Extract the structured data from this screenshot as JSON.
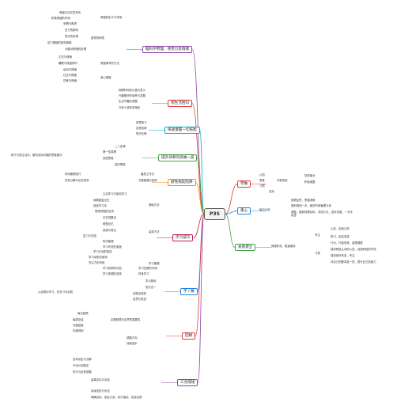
{
  "root": {
    "label": "P3S"
  },
  "colors": {
    "purple": "#8e44ad",
    "red": "#e53935",
    "cyan": "#00acc1",
    "green": "#43a047",
    "orange": "#fb8c00",
    "blue": "#1e88e5",
    "magenta": "#c2185b"
  },
  "right": {
    "habit": {
      "label": "苛做",
      "items": [
        "认知",
        "思维",
        "习惯"
      ],
      "sub": "不断改进",
      "tail": [
        "坦然面对",
        "积极调整"
      ],
      "extra": "坚持"
    },
    "core": {
      "label": "重心",
      "items": [
        "回顾反思，思路清晰",
        "提前规划一天，做好时间管理计划",
        "调整、重新梳理目标，寻找方法，逐步实施，一步步前进"
      ],
      "sub": "每日计划"
    },
    "relation": {
      "label": "关系建立",
      "sub": "情绪状态，能量维持",
      "upper": "专注",
      "upper_items": [
        "心态，自我认知",
        "练习，反复改进"
      ],
      "lower": "习惯",
      "lower_items": [
        "行为，打破常规，重塑调整",
        "保持积极主动的心态，创造积极的环境",
        "保持良好状态，专注",
        "对自己的要求高一些，提升自己的能力"
      ]
    }
  },
  "left": {
    "b1": {
      "label": "脑科学原理、感觉力及情绪",
      "items": [
        "情绪与记忆的关系",
        "积极情绪的作用",
        "恐惧与焦虑",
        "压力的影响",
        "快乐的来源",
        "压力阈值的影响因素",
        "大脑对情绪的处理",
        "正念与情绪",
        "睡眠与情绪调节",
        "运动与情绪",
        "社交与情绪",
        "饮食与情绪"
      ],
      "subs": [
        "情绪的定义与作用",
        "感觉的种类",
        "情绪调节的方法",
        "身心健康"
      ]
    },
    "b2": {
      "label": "闲生活回归",
      "items": [
        "闲暇时间的价值与意义",
        "兴趣爱好的培养与发展",
        "生活节奏的调整",
        "与家人朋友的相处"
      ]
    },
    "b3": {
      "label": "快速掌握一切技能",
      "items": [
        "刻意练习",
        "反馈机制",
        "知识迁移"
      ]
    },
    "b4": {
      "label": "提升效率的思维一览",
      "items": [
        "二八定律",
        "第一性原理",
        "系统思维",
        "逆向思维"
      ],
      "sub": "用于日常生活中，解决实际问题的思维模式"
    },
    "b5": {
      "label": "避免拖延陷阱",
      "items": [
        "时间管理技巧",
        "任务分解与优先排序"
      ],
      "subs": [
        "番茄工作法",
        "艾森豪威尔矩阵"
      ]
    },
    "b6": {
      "label": "学习技巧",
      "items": [
        "主动学习与被动学习",
        "间隔重复记忆",
        "费曼学习法",
        "思维导图的应用",
        "记忆宫殿法",
        "联想记忆",
        "阅读与笔记",
        "复习与总结",
        "知识管理",
        "学习环境的营造",
        "学习计划的制定",
        "学习动机的维持",
        "专注力的训练",
        "学习效率的评估",
        "学习资源的选择",
        "学习社群的作用",
        "终身学习"
      ],
      "subs": [
        "基础方法",
        "高效方法",
        "学习管理"
      ]
    },
    "b7": {
      "label": "学 / 做",
      "items": [
        "学以致用",
        "知行合一",
        "实践出真知",
        "反思与改进"
      ],
      "sub": "从实践中学习，在学习中实践"
    },
    "b8": {
      "label": "回顾",
      "items": [
        "每日回顾",
        "每周总结",
        "月度复盘",
        "年度规划"
      ],
      "subs": [
        "定期回顾与反思的重要性",
        "调整方向",
        "持续进步"
      ]
    },
    "b9": {
      "label": "三点成线",
      "items": [
        "目标设定与分解",
        "行动计划制定",
        "执行与反馈调整",
        "结果评估与总结",
        "持续改进与优化"
      ],
      "sub": "明确目标、制定计划、执行落实、检查反馈"
    }
  }
}
